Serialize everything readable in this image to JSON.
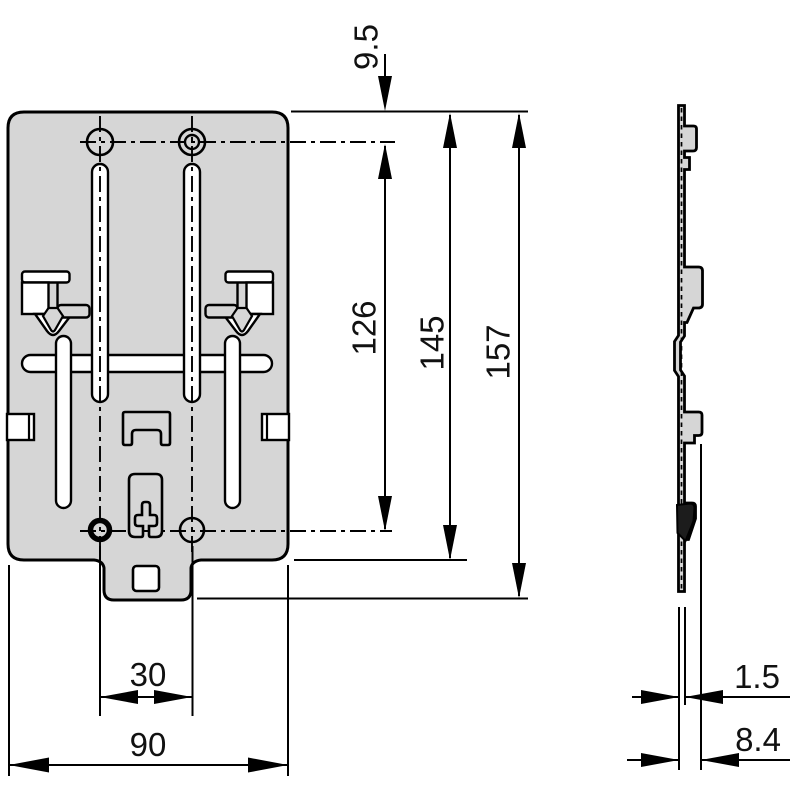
{
  "drawing": {
    "kind": "technical-dimension-drawing",
    "background_color": "#ffffff",
    "line_color": "#000000",
    "plate_fill_color": "#d6d6d6",
    "views": {
      "front_view": "mounting plate front view with slots, hooks and holes",
      "side_view": "mounting plate side profile with clips"
    },
    "dimensions": {
      "d9_5": {
        "value": "9.5",
        "orientation": "vertical",
        "measures": "top edge to upper hole centerline"
      },
      "d126": {
        "value": "126",
        "orientation": "vertical",
        "measures": "upper hole centerline to lower hole centerline"
      },
      "d145": {
        "value": "145",
        "orientation": "vertical",
        "measures": "plate body height"
      },
      "d157": {
        "value": "157",
        "orientation": "vertical",
        "measures": "overall height incl. bottom tab"
      },
      "d30": {
        "value": "30",
        "orientation": "horizontal",
        "measures": "lower hole spacing"
      },
      "d90": {
        "value": "90",
        "orientation": "horizontal",
        "measures": "plate width"
      },
      "d1_5": {
        "value": "1.5",
        "orientation": "horizontal",
        "measures": "plate thickness"
      },
      "d8_4": {
        "value": "8.4",
        "orientation": "horizontal",
        "measures": "overall depth incl. clip"
      }
    }
  }
}
